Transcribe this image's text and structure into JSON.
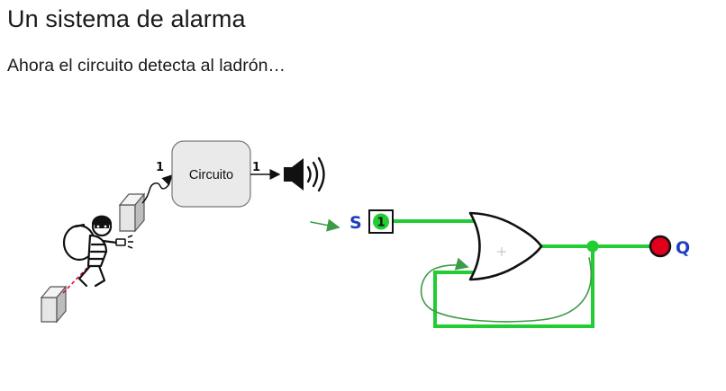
{
  "slide": {
    "title": "Un sistema de alarma",
    "subtitle": "Ahora el circuito detecta al ladrón…"
  },
  "alarm_diagram": {
    "circuit_label": "Circuito",
    "input_value": "1",
    "output_value": "1",
    "icons": [
      "thief-icon",
      "flashlight-icon",
      "laser-sensor-icon",
      "laser-emitter-icon",
      "speaker-icon"
    ]
  },
  "logic_circuit": {
    "input_label": "S",
    "input_state": "1",
    "output_label": "Q",
    "gate": "or-gate",
    "output_state_color": "#e0001b",
    "wire_color": "#22cc33",
    "label_color": "#1f3fbf",
    "annotation_color": "#3c9b46"
  }
}
